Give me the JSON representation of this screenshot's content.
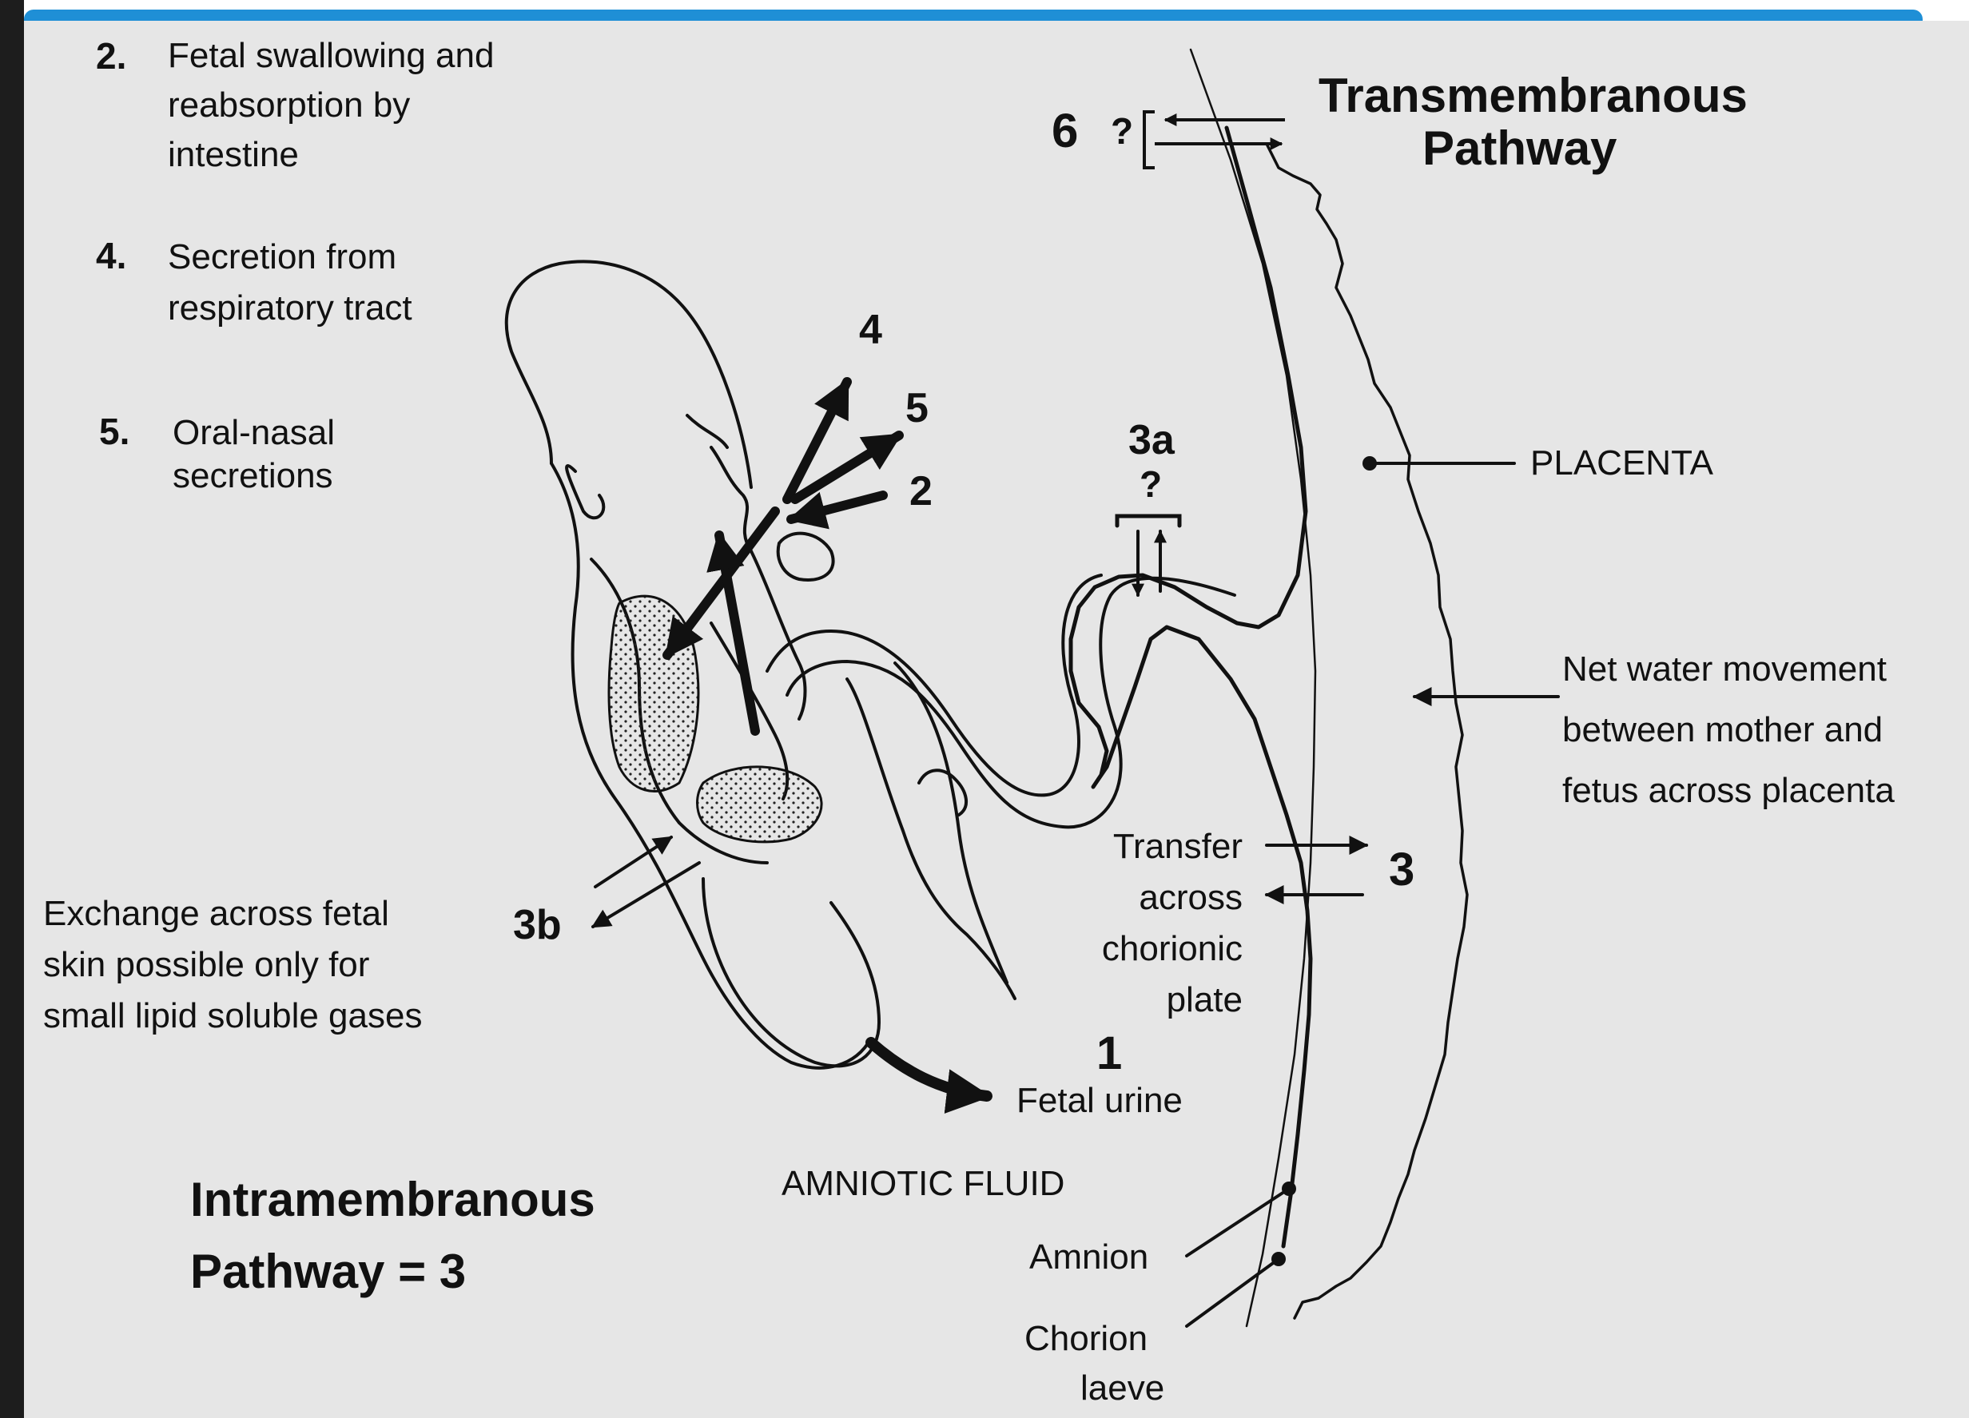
{
  "left_list": [
    {
      "num": "2.",
      "lines": [
        "Fetal swallowing and",
        "reabsorption by",
        "intestine"
      ]
    },
    {
      "num": "4.",
      "lines": [
        "Secretion from",
        "respiratory tract"
      ]
    },
    {
      "num": "5.",
      "lines": [
        "Oral-nasal",
        "secretions"
      ]
    }
  ],
  "transmembranous": {
    "lines": [
      "Transmembranous",
      "Pathway"
    ],
    "number": "6",
    "question": "?"
  },
  "intramembranous": {
    "lines": [
      "Intramembranous",
      "Pathway = 3"
    ]
  },
  "markers": {
    "m4": "4",
    "m5": "5",
    "m2": "2",
    "m3a": "3a",
    "m3a_q": "?",
    "m3": "3",
    "m3b": "3b",
    "m1": "1"
  },
  "labels": {
    "placenta": "PLACENTA",
    "net_water": [
      "Net water movement",
      "between mother and",
      "fetus across placenta"
    ],
    "transfer": [
      "Transfer",
      "across",
      "chorionic",
      "plate"
    ],
    "exchange": [
      "Exchange across fetal",
      "skin possible only for",
      "small lipid soluble gases"
    ],
    "fetal_urine": "Fetal urine",
    "amniotic_fluid": "AMNIOTIC FLUID",
    "amnion": "Amnion",
    "chorion": [
      "Chorion",
      "laeve"
    ]
  },
  "colors": {
    "accent_bar": "#1f8fd6",
    "panel": "#e6e6e6",
    "ink": "#111111"
  }
}
